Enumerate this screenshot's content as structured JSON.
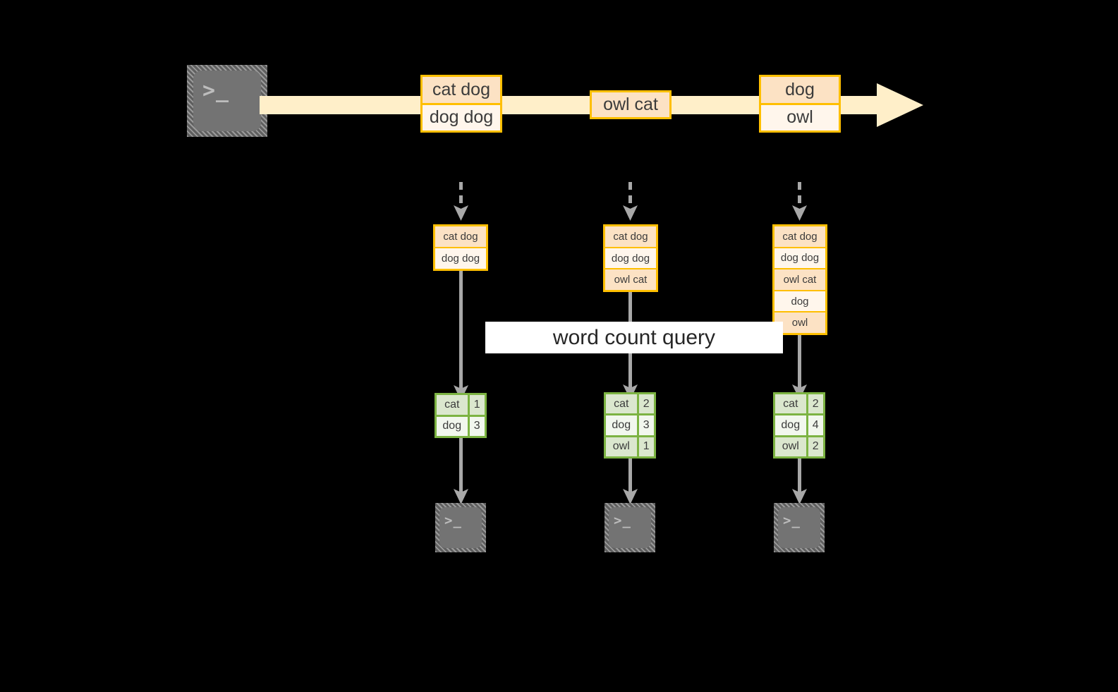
{
  "diagram": {
    "title": "word count query",
    "source": {
      "icon": "terminal-icon",
      "glyph": ">_"
    },
    "colors": {
      "stream_fill": "#FFEFC9",
      "record_border": "#FFBF00",
      "record_fill": "#FFF6EC",
      "record_fill_shaded": "#FCE2C4",
      "result_border": "#7CB342",
      "result_fill": "#F2F7EE",
      "result_fill_shaded": "#DBE7CE",
      "connector": "#A8A8A8",
      "background": "#000000",
      "label_background": "#FFFFFF"
    },
    "stream": {
      "name": "input-event-stream",
      "records": [
        {
          "lines": [
            "cat dog",
            "dog dog"
          ]
        },
        {
          "lines": [
            "owl cat"
          ]
        },
        {
          "lines": [
            "dog",
            "owl"
          ]
        }
      ]
    },
    "snapshots": [
      {
        "label": "snapshot-1",
        "lines": [
          "cat dog",
          "dog dog"
        ]
      },
      {
        "label": "snapshot-2",
        "lines": [
          "cat dog",
          "dog dog",
          "owl cat"
        ]
      },
      {
        "label": "snapshot-3",
        "lines": [
          "cat dog",
          "dog dog",
          "owl cat",
          "dog",
          "owl"
        ]
      }
    ],
    "results": [
      {
        "label": "result-1",
        "rows": [
          {
            "word": "cat",
            "count": "1"
          },
          {
            "word": "dog",
            "count": "3"
          }
        ]
      },
      {
        "label": "result-2",
        "rows": [
          {
            "word": "cat",
            "count": "2"
          },
          {
            "word": "dog",
            "count": "3"
          },
          {
            "word": "owl",
            "count": "1"
          }
        ]
      },
      {
        "label": "result-3",
        "rows": [
          {
            "word": "cat",
            "count": "2"
          },
          {
            "word": "dog",
            "count": "4"
          },
          {
            "word": "owl",
            "count": "2"
          }
        ]
      }
    ],
    "sinks": [
      {
        "icon": "terminal-icon",
        "glyph": ">_"
      },
      {
        "icon": "terminal-icon",
        "glyph": ">_"
      },
      {
        "icon": "terminal-icon",
        "glyph": ">_"
      }
    ]
  }
}
